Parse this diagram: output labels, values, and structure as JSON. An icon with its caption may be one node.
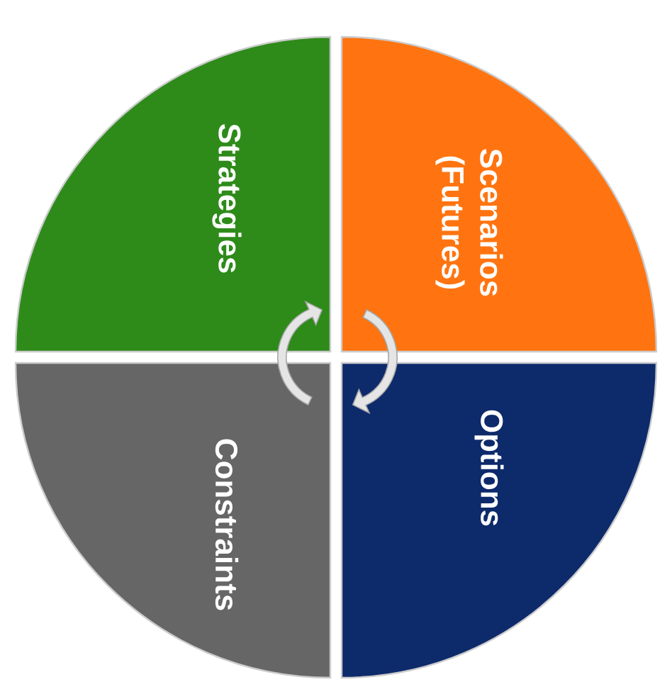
{
  "diagram": {
    "nodes": [
      {
        "text": [
          "Strategies"
        ]
      },
      {
        "text": [
          "Scenarios (Futures)"
        ]
      },
      {
        "text": [
          "Constraints"
        ]
      },
      {
        "text": [
          "Options"
        ]
      }
    ],
    "edges": [
      {
        "from": 2,
        "to": 0,
        "arrow": "to"
      },
      {
        "from": 1,
        "to": 3,
        "arrow": "to"
      }
    ]
  }
}
